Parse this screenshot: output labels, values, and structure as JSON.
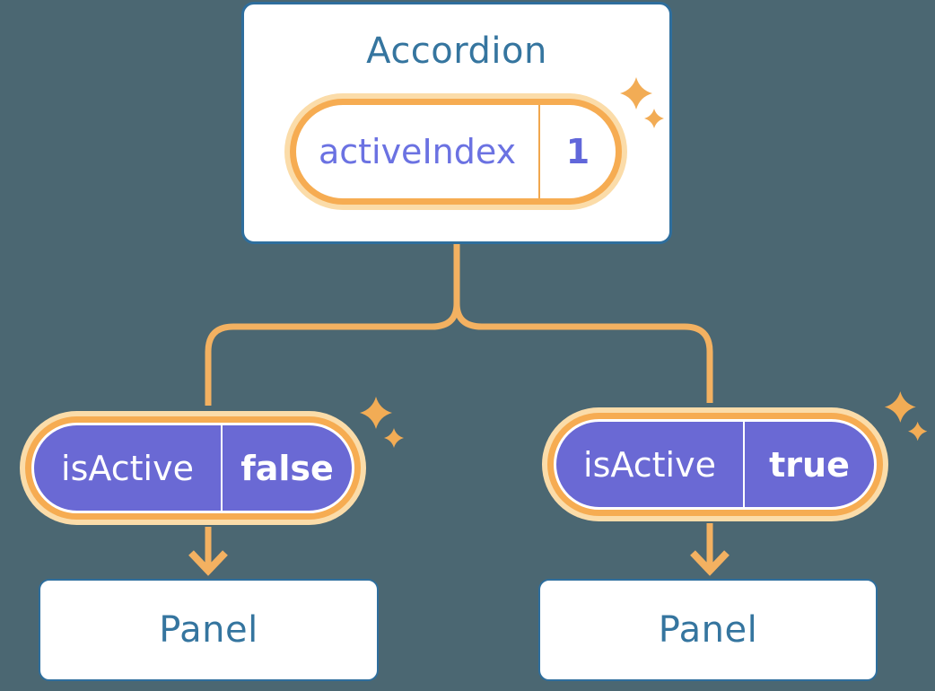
{
  "diagram": {
    "description": "React props flow diagram: Accordion state passed down to two Panels",
    "background_color": "#4B6772",
    "colors": {
      "accent_orange": "#F6AC52",
      "orange_glow": "#FBDCA9",
      "connector_orange": "#F3B161",
      "purple_fill": "#6A69D4",
      "indigo_text": "#6B72E2",
      "blue_border": "#2E6E9D",
      "blue_text": "#35759F",
      "card_background": "#FFFFFF"
    },
    "accordion": {
      "title": "Accordion",
      "state": {
        "label": "activeIndex",
        "value": "1"
      }
    },
    "branches": [
      {
        "prop": {
          "label": "isActive",
          "value": "false"
        },
        "panel_label": "Panel"
      },
      {
        "prop": {
          "label": "isActive",
          "value": "true"
        },
        "panel_label": "Panel"
      }
    ],
    "icons": [
      "sparkle-icon"
    ]
  }
}
